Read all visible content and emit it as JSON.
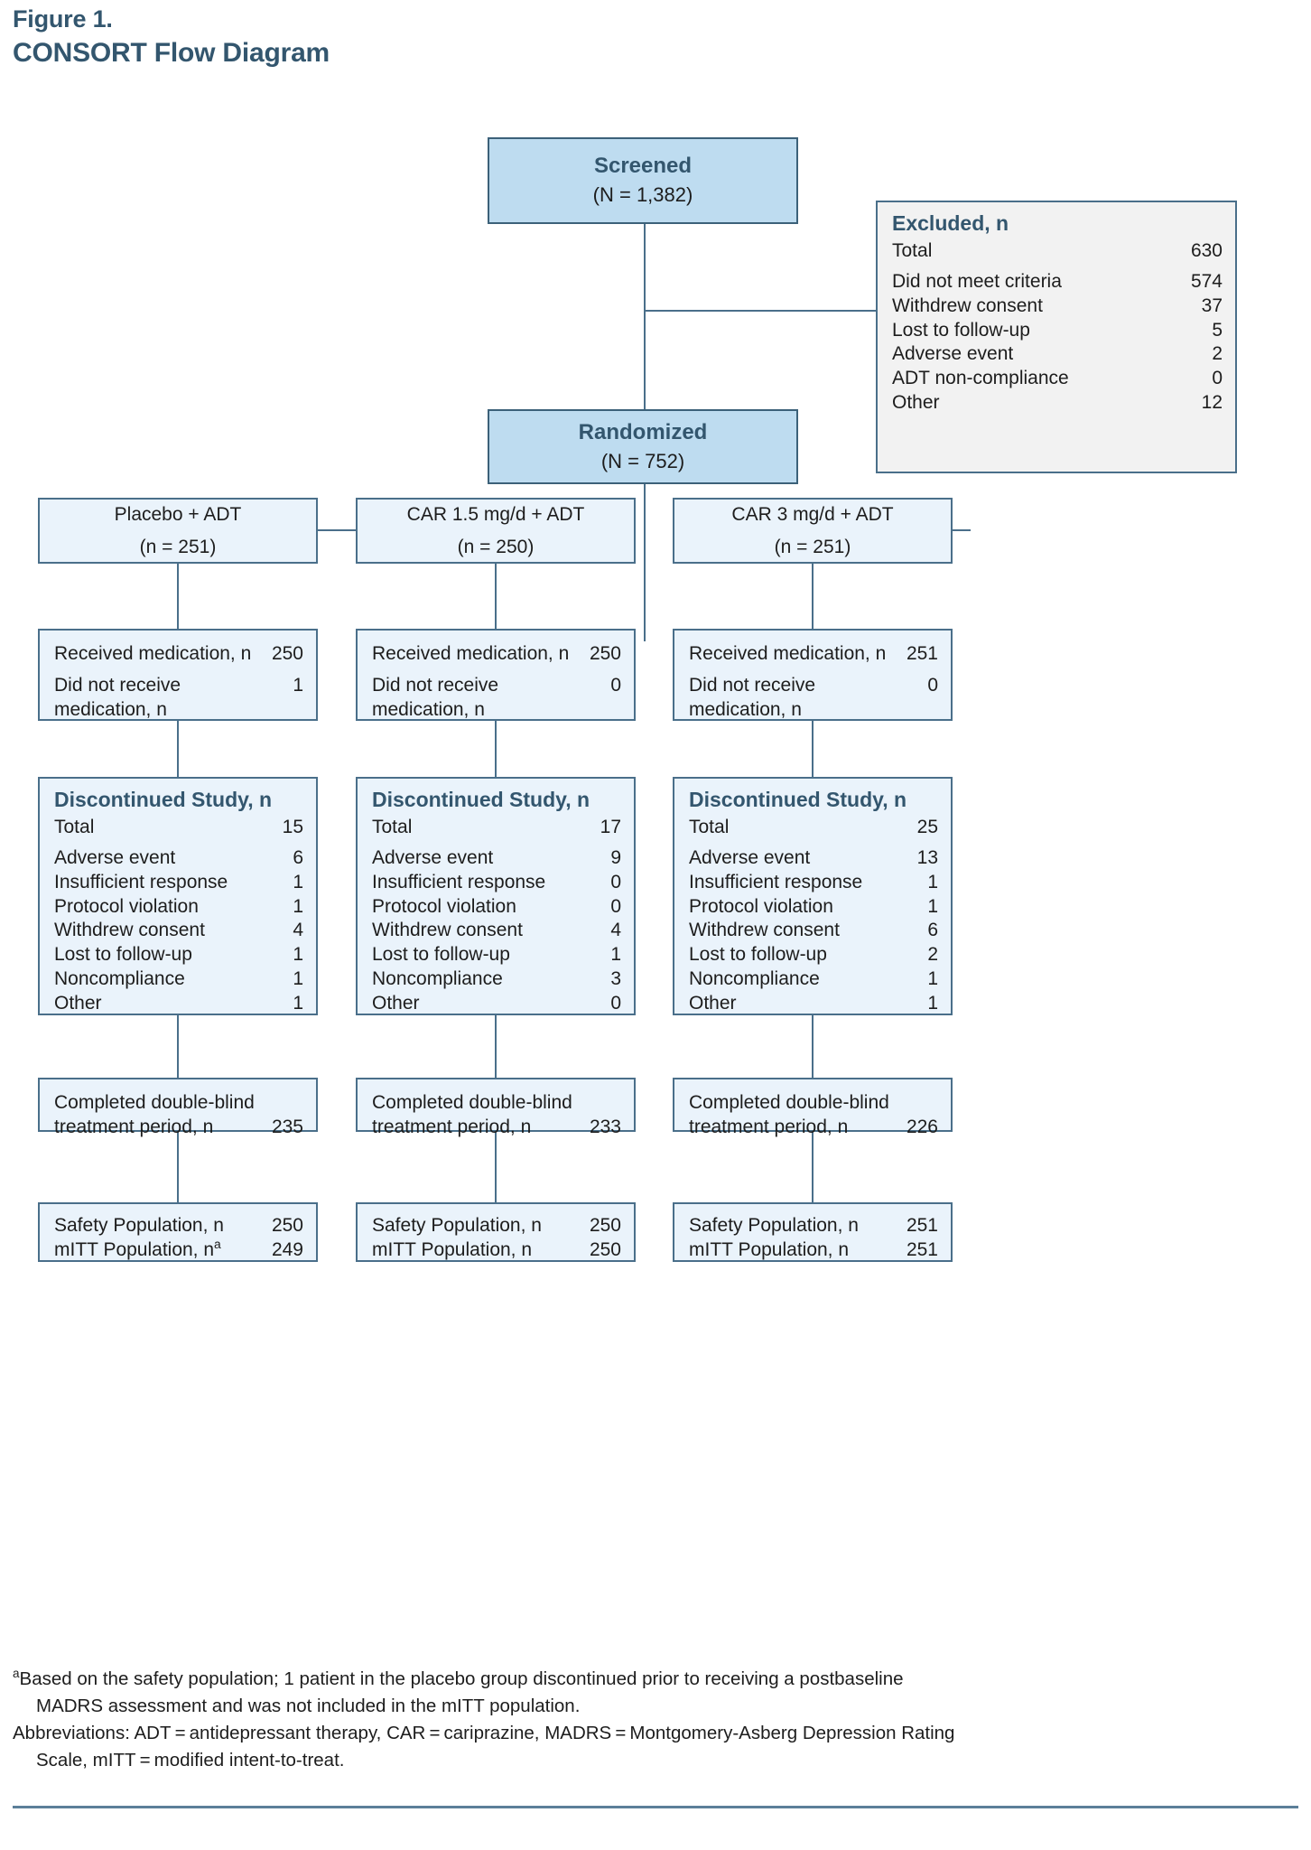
{
  "header": {
    "figure_label": "Figure 1.",
    "title": "CONSORT Flow Diagram"
  },
  "diagram": {
    "screened": {
      "title": "Screened",
      "n": "(N = 1,382)"
    },
    "excluded": {
      "heading": "Excluded, n",
      "rows": [
        {
          "label": "Total",
          "value": "630"
        },
        {
          "label": "Did not meet criteria",
          "value": "574"
        },
        {
          "label": "Withdrew consent",
          "value": "37"
        },
        {
          "label": "Lost to follow-up",
          "value": "5"
        },
        {
          "label": "Adverse event",
          "value": "2"
        },
        {
          "label": "ADT non-compliance",
          "value": "0"
        },
        {
          "label": "Other",
          "value": "12"
        }
      ]
    },
    "randomized": {
      "title": "Randomized",
      "n": "(N = 752)"
    },
    "arms": [
      {
        "name": "Placebo + ADT",
        "n": "(n = 251)",
        "received": {
          "received_label": "Received medication, n",
          "received_value": "250",
          "not_received_label_line1": "Did not receive",
          "not_received_label_line2": "medication, n",
          "not_received_value": "1"
        },
        "discontinued": {
          "heading": "Discontinued Study, n",
          "rows": [
            {
              "label": "Total",
              "value": "15"
            },
            {
              "label": "Adverse event",
              "value": "6"
            },
            {
              "label": "Insufficient response",
              "value": "1"
            },
            {
              "label": "Protocol violation",
              "value": "1"
            },
            {
              "label": "Withdrew consent",
              "value": "4"
            },
            {
              "label": "Lost to follow-up",
              "value": "1"
            },
            {
              "label": "Noncompliance",
              "value": "1"
            },
            {
              "label": "Other",
              "value": "1"
            }
          ]
        },
        "completed": {
          "line1": "Completed double-blind",
          "line2": "treatment period, n",
          "value": "235"
        },
        "populations": [
          {
            "label": "Safety Population, n",
            "value": "250",
            "sup": ""
          },
          {
            "label": "mITT Population, n",
            "value": "249",
            "sup": "a"
          }
        ]
      },
      {
        "name": "CAR 1.5 mg/d + ADT",
        "n": "(n = 250)",
        "received": {
          "received_label": "Received medication, n",
          "received_value": "250",
          "not_received_label_line1": "Did not receive",
          "not_received_label_line2": "medication, n",
          "not_received_value": "0"
        },
        "discontinued": {
          "heading": "Discontinued Study, n",
          "rows": [
            {
              "label": "Total",
              "value": "17"
            },
            {
              "label": "Adverse event",
              "value": "9"
            },
            {
              "label": "Insufficient response",
              "value": "0"
            },
            {
              "label": "Protocol violation",
              "value": "0"
            },
            {
              "label": "Withdrew consent",
              "value": "4"
            },
            {
              "label": "Lost to follow-up",
              "value": "1"
            },
            {
              "label": "Noncompliance",
              "value": "3"
            },
            {
              "label": "Other",
              "value": "0"
            }
          ]
        },
        "completed": {
          "line1": "Completed double-blind",
          "line2": "treatment period, n",
          "value": "233"
        },
        "populations": [
          {
            "label": "Safety Population, n",
            "value": "250",
            "sup": ""
          },
          {
            "label": "mITT Population, n",
            "value": "250",
            "sup": ""
          }
        ]
      },
      {
        "name": "CAR 3 mg/d + ADT",
        "n": "(n = 251)",
        "received": {
          "received_label": "Received medication, n",
          "received_value": "251",
          "not_received_label_line1": "Did not receive",
          "not_received_label_line2": "medication, n",
          "not_received_value": "0"
        },
        "discontinued": {
          "heading": "Discontinued Study, n",
          "rows": [
            {
              "label": "Total",
              "value": "25"
            },
            {
              "label": "Adverse event",
              "value": "13"
            },
            {
              "label": "Insufficient response",
              "value": "1"
            },
            {
              "label": "Protocol violation",
              "value": "1"
            },
            {
              "label": "Withdrew consent",
              "value": "6"
            },
            {
              "label": "Lost to follow-up",
              "value": "2"
            },
            {
              "label": "Noncompliance",
              "value": "1"
            },
            {
              "label": "Other",
              "value": "1"
            }
          ]
        },
        "completed": {
          "line1": "Completed double-blind",
          "line2": "treatment period, n",
          "value": "226"
        },
        "populations": [
          {
            "label": "Safety Population, n",
            "value": "251",
            "sup": ""
          },
          {
            "label": "mITT Population, n",
            "value": "251",
            "sup": ""
          }
        ]
      }
    ]
  },
  "footnotes": {
    "note_a_line1": "Based on the safety population; 1 patient in the placebo group discontinued prior to receiving a postbaseline",
    "note_a_line2": "MADRS assessment and was not included in the mITT population.",
    "note_a_marker": "a",
    "abbrev_line1": "Abbreviations: ADT = antidepressant therapy, CAR = cariprazine, MADRS = Montgomery-Asberg Depression Rating",
    "abbrev_line2": "Scale, mITT = modified intent-to-treat."
  },
  "colors": {
    "heading": "#33566e",
    "box_border": "#4a6f8a",
    "box_fill_light": "#eaf3fb",
    "box_fill_blue": "#bedcf0",
    "box_fill_grey": "#f2f2f2"
  }
}
